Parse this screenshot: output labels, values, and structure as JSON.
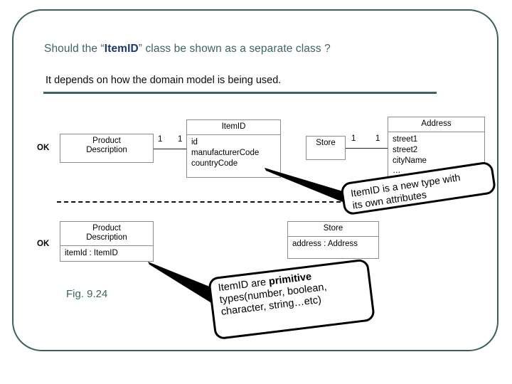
{
  "slide": {
    "title_prefix": "Should the “",
    "title_strong": "ItemID",
    "title_suffix": "” class be shown as a separate class ?",
    "subtitle": "It depends on how the domain model is being used.",
    "figure_label": "Fig. 9.24",
    "accent_color": "#3d6364",
    "strong_color": "#1b3a66",
    "frame_color": "#3d5f60"
  },
  "markers": {
    "ok_top": "OK",
    "ok_bottom": "OK"
  },
  "diagram_top": {
    "product_description": {
      "name_line1": "Product",
      "name_line2": "Description",
      "attributes": []
    },
    "item_id": {
      "name": "ItemID",
      "attributes": [
        "id",
        "manufacturerCode",
        "countryCode"
      ]
    },
    "store": {
      "name": "Store",
      "attributes": []
    },
    "address": {
      "name": "Address",
      "attributes": [
        "street1",
        "street2",
        "cityName",
        "…"
      ]
    },
    "multiplicities": {
      "pd_left": "1",
      "pd_right": "1",
      "store_left": "1",
      "store_right": "1"
    }
  },
  "diagram_bottom": {
    "product_description": {
      "name_line1": "Product",
      "name_line2": "Description",
      "attributes": [
        "itemId : ItemID"
      ]
    },
    "store": {
      "name": "Store",
      "attributes": [
        "address : Address"
      ]
    }
  },
  "callouts": {
    "first": {
      "line1": "ItemID  is a new type with",
      "line2": "its own attributes"
    },
    "second": {
      "line1_a": "ItemID  are ",
      "line1_b": "primitive",
      "line2": "types(number, boolean,",
      "line3": "character, string…etc)"
    }
  }
}
